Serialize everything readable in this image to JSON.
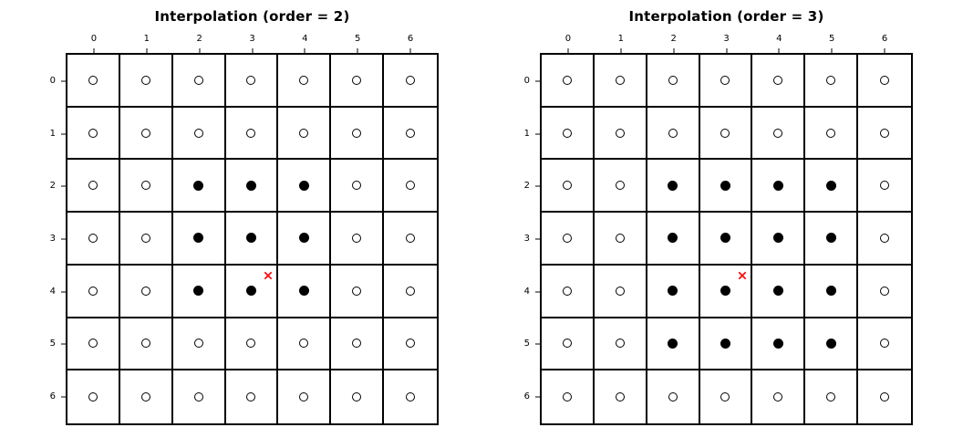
{
  "figure": {
    "background": "#ffffff",
    "grid_line_color": "#000000",
    "marker_color": "#000000",
    "cross_color": "#ff0000"
  },
  "chart_data": [
    {
      "type": "heatmap",
      "title": "Interpolation (order = 2)",
      "x_tick_labels": [
        "0",
        "1",
        "2",
        "3",
        "4",
        "5",
        "6"
      ],
      "y_tick_labels": [
        "0",
        "1",
        "2",
        "3",
        "4",
        "5",
        "6"
      ],
      "grid_rows": 7,
      "grid_cols": 7,
      "matrix_encoding": {
        "1": "filled-dot",
        "0": "open-circle"
      },
      "matrix": [
        [
          0,
          0,
          0,
          0,
          0,
          0,
          0
        ],
        [
          0,
          0,
          0,
          0,
          0,
          0,
          0
        ],
        [
          0,
          0,
          1,
          1,
          1,
          0,
          0
        ],
        [
          0,
          0,
          1,
          1,
          1,
          0,
          0
        ],
        [
          0,
          0,
          1,
          1,
          1,
          0,
          0
        ],
        [
          0,
          0,
          0,
          0,
          0,
          0,
          0
        ],
        [
          0,
          0,
          0,
          0,
          0,
          0,
          0
        ]
      ],
      "cross_point": {
        "x": 3.3,
        "y": 3.7
      }
    },
    {
      "type": "heatmap",
      "title": "Interpolation (order = 3)",
      "x_tick_labels": [
        "0",
        "1",
        "2",
        "3",
        "4",
        "5",
        "6"
      ],
      "y_tick_labels": [
        "0",
        "1",
        "2",
        "3",
        "4",
        "5",
        "6"
      ],
      "grid_rows": 7,
      "grid_cols": 7,
      "matrix_encoding": {
        "1": "filled-dot",
        "0": "open-circle"
      },
      "matrix": [
        [
          0,
          0,
          0,
          0,
          0,
          0,
          0
        ],
        [
          0,
          0,
          0,
          0,
          0,
          0,
          0
        ],
        [
          0,
          0,
          1,
          1,
          1,
          1,
          0
        ],
        [
          0,
          0,
          1,
          1,
          1,
          1,
          0
        ],
        [
          0,
          0,
          1,
          1,
          1,
          1,
          0
        ],
        [
          0,
          0,
          1,
          1,
          1,
          1,
          0
        ],
        [
          0,
          0,
          0,
          0,
          0,
          0,
          0
        ]
      ],
      "cross_point": {
        "x": 3.3,
        "y": 3.7
      }
    }
  ]
}
